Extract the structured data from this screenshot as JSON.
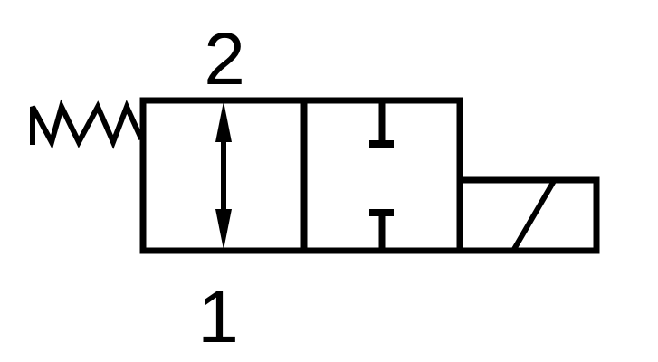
{
  "page": {
    "background": "#ffffff"
  },
  "schematic": {
    "kind": "valve-symbol",
    "line_color": "#000000",
    "labels": {
      "port_top": "2",
      "port_bottom": "1"
    },
    "symbols": {
      "spring": "return-spring-zigzag",
      "flow_arrow": "double-headed-flow-arrow",
      "blocked_port_top": "blocked-port-tee",
      "blocked_port_bottom": "blocked-port-tee",
      "actuator": "solenoid-coil-diagonal"
    }
  }
}
